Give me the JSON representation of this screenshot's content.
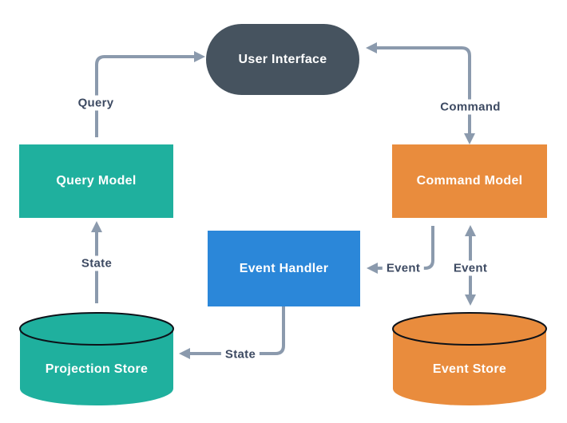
{
  "nodes": {
    "user_interface": {
      "label": "User Interface",
      "shape": "pill",
      "color": "#46535f"
    },
    "query_model": {
      "label": "Query Model",
      "shape": "rect",
      "color": "#1fb09e"
    },
    "command_model": {
      "label": "Command Model",
      "shape": "rect",
      "color": "#e98c3d"
    },
    "event_handler": {
      "label": "Event Handler",
      "shape": "rect",
      "color": "#2b87d9"
    },
    "projection_store": {
      "label": "Projection Store",
      "shape": "cylinder",
      "color": "#1fb09e"
    },
    "event_store": {
      "label": "Event Store",
      "shape": "cylinder",
      "color": "#e98c3d"
    }
  },
  "edges": {
    "query": {
      "label": "Query",
      "from": "query_model",
      "to": "user_interface",
      "direction": "one-way"
    },
    "command": {
      "label": "Command",
      "from": "user_interface",
      "to": "command_model",
      "direction": "two-way"
    },
    "event_to_handler": {
      "label": "Event",
      "from": "command_model",
      "to": "event_handler",
      "direction": "one-way"
    },
    "event_store_sync": {
      "label": "Event",
      "from": "command_model",
      "to": "event_store",
      "direction": "two-way"
    },
    "state_to_query_model": {
      "label": "State",
      "from": "projection_store",
      "to": "query_model",
      "direction": "one-way"
    },
    "state_to_projection_store": {
      "label": "State",
      "from": "event_handler",
      "to": "projection_store",
      "direction": "one-way"
    }
  },
  "colors": {
    "background": "#ffffff",
    "arrow": "#8b9aad",
    "edge_label_text": "#3d4a62",
    "node_label_text": "#ffffff",
    "cylinder_outline": "#0d1219"
  }
}
